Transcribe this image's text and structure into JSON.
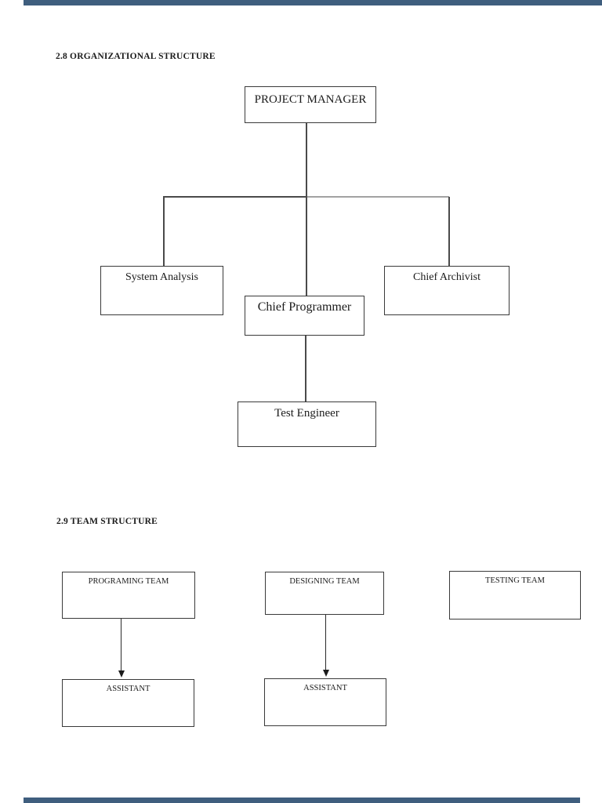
{
  "document": {
    "section_2_8_heading": "2.8 ORGANIZATIONAL STRUCTURE",
    "section_2_9_heading": "2.9 TEAM STRUCTURE"
  },
  "org_chart": {
    "type": "org-chart",
    "nodes": {
      "project_manager": "PROJECT MANAGER",
      "system_analysis": "System Analysis",
      "chief_programmer": "Chief Programmer",
      "chief_archivist": "Chief Archivist",
      "test_engineer": "Test Engineer"
    },
    "edges": [
      [
        "PROJECT MANAGER",
        "System Analysis"
      ],
      [
        "PROJECT MANAGER",
        "Chief Programmer"
      ],
      [
        "PROJECT MANAGER",
        "Chief Archivist"
      ],
      [
        "Chief Programmer",
        "Test Engineer"
      ]
    ]
  },
  "team_structure": {
    "type": "org-chart",
    "nodes": {
      "programing_team": "PROGRAMING TEAM",
      "designing_team": "DESIGNING TEAM",
      "testing_team": "TESTING TEAM",
      "assistant_left": "ASSISTANT",
      "assistant_right": "ASSISTANT"
    },
    "edges": [
      [
        "PROGRAMING TEAM",
        "ASSISTANT"
      ],
      [
        "DESIGNING TEAM",
        "ASSISTANT"
      ]
    ]
  },
  "colors": {
    "accent_bar": "#3f5e7e",
    "connector_dark": "#4a4a4a",
    "connector_light": "#a2a2a2",
    "box_border": "#3a3a3a",
    "text": "#1b1b1b",
    "page_background": "#ffffff"
  }
}
